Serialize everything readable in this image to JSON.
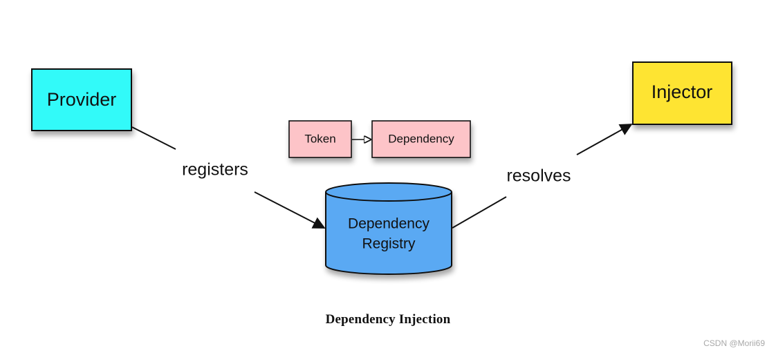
{
  "nodes": {
    "provider": {
      "label": "Provider"
    },
    "injector": {
      "label": "Injector"
    },
    "token": {
      "label": "Token"
    },
    "dependency": {
      "label": "Dependency"
    },
    "registry": {
      "label_line1": "Dependency",
      "label_line2": "Registry"
    }
  },
  "edges": {
    "registers": {
      "label": "registers"
    },
    "resolves": {
      "label": "resolves"
    }
  },
  "caption": "Dependency Injection",
  "watermark": "CSDN @Morii69",
  "colors": {
    "provider_fill": "#33FAF9",
    "injector_fill": "#FEE430",
    "token_fill": "#FDC4C8",
    "dependency_fill": "#FDC4C8",
    "registry_fill": "#5AA9F3",
    "stroke": "#111111"
  }
}
